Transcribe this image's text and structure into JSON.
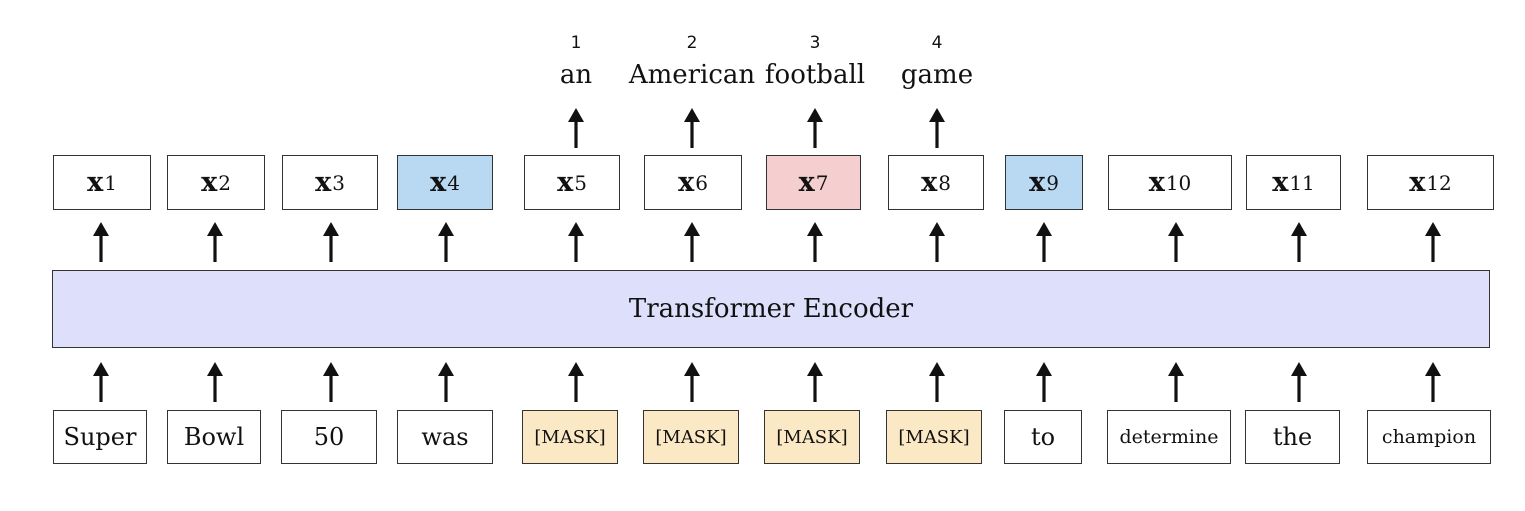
{
  "encoder_label": "Transformer Encoder",
  "outputs": [
    {
      "base": "x",
      "sub": "1",
      "highlight": "none"
    },
    {
      "base": "x",
      "sub": "2",
      "highlight": "none"
    },
    {
      "base": "x",
      "sub": "3",
      "highlight": "none"
    },
    {
      "base": "x",
      "sub": "4",
      "highlight": "blue"
    },
    {
      "base": "x",
      "sub": "5",
      "highlight": "none"
    },
    {
      "base": "x",
      "sub": "6",
      "highlight": "none"
    },
    {
      "base": "x",
      "sub": "7",
      "highlight": "red"
    },
    {
      "base": "x",
      "sub": "8",
      "highlight": "none"
    },
    {
      "base": "x",
      "sub": "9",
      "highlight": "blue"
    },
    {
      "base": "x",
      "sub": "10",
      "highlight": "none"
    },
    {
      "base": "x",
      "sub": "11",
      "highlight": "none"
    },
    {
      "base": "x",
      "sub": "12",
      "highlight": "none"
    }
  ],
  "inputs": [
    {
      "text": "Super",
      "kind": "word"
    },
    {
      "text": "Bowl",
      "kind": "word"
    },
    {
      "text": "50",
      "kind": "word"
    },
    {
      "text": "was",
      "kind": "word"
    },
    {
      "text": "[MASK]",
      "kind": "mask"
    },
    {
      "text": "[MASK]",
      "kind": "mask"
    },
    {
      "text": "[MASK]",
      "kind": "mask"
    },
    {
      "text": "[MASK]",
      "kind": "mask"
    },
    {
      "text": "to",
      "kind": "word"
    },
    {
      "text": "determine",
      "kind": "small"
    },
    {
      "text": "the",
      "kind": "word"
    },
    {
      "text": "champion",
      "kind": "small"
    }
  ],
  "predictions": [
    {
      "index": "1",
      "word": "an",
      "column": 4
    },
    {
      "index": "2",
      "word": "American",
      "column": 5
    },
    {
      "index": "3",
      "word": "football",
      "column": 6
    },
    {
      "index": "4",
      "word": "game",
      "column": 7
    }
  ],
  "colors": {
    "encoder_fill": "#dedffa",
    "mask_fill": "#fbe8c4",
    "blue_highlight": "#b9d9f3",
    "red_highlight": "#f5cfcf",
    "stroke": "#333333"
  }
}
